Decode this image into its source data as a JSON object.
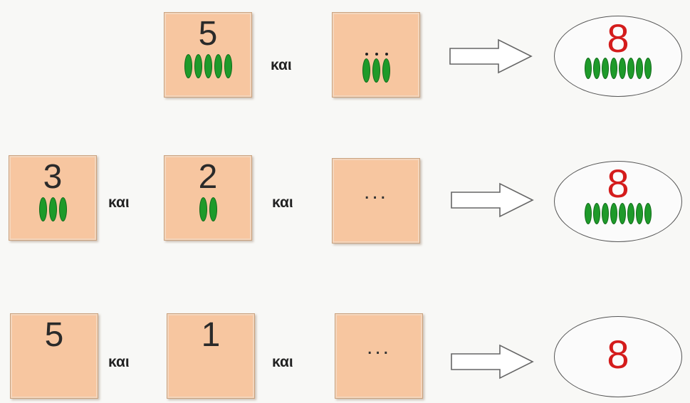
{
  "rows": [
    {
      "cards": [
        {
          "number": "5",
          "beans": 5,
          "dotted": false
        },
        {
          "number": "",
          "beans": 3,
          "dotted": true
        }
      ],
      "connectors": [
        "και"
      ],
      "result": {
        "number": "8",
        "beans": 8
      }
    },
    {
      "cards": [
        {
          "number": "3",
          "beans": 3,
          "dotted": false
        },
        {
          "number": "2",
          "beans": 2,
          "dotted": false
        },
        {
          "number": "...",
          "beans": 0,
          "dotted": false
        }
      ],
      "connectors": [
        "και",
        "και"
      ],
      "result": {
        "number": "8",
        "beans": 8
      }
    },
    {
      "cards": [
        {
          "number": "5",
          "beans": 0,
          "dotted": false
        },
        {
          "number": "1",
          "beans": 0,
          "dotted": false
        },
        {
          "number": "...",
          "beans": 0,
          "dotted": false
        }
      ],
      "connectors": [
        "και",
        "και"
      ],
      "result": {
        "number": "8",
        "beans": 0
      }
    }
  ],
  "icons": {
    "arrow": "right-outline-arrow-icon",
    "bean": "green-bean-icon"
  },
  "colors": {
    "card": "#f7c6a0",
    "bean": "#1e9a2a",
    "result_number": "#d41c1c"
  }
}
